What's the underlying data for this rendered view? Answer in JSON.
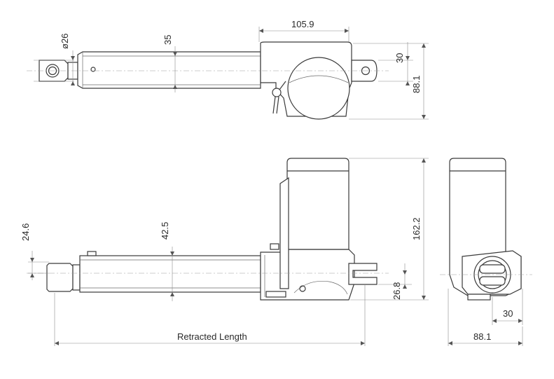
{
  "dimensions": {
    "top_rod_diameter": "ø26",
    "top_rod_height": "35",
    "top_housing_width": "105.9",
    "top_clevis_height": "30",
    "top_total_height": "88.1",
    "side_rod_offset": "24.6",
    "side_rod_height": "42.5",
    "side_total_height": "162.2",
    "side_clevis_offset": "26.8",
    "retracted_length": "Retracted Length",
    "end_clevis_width": "30",
    "end_total_width": "88.1"
  }
}
